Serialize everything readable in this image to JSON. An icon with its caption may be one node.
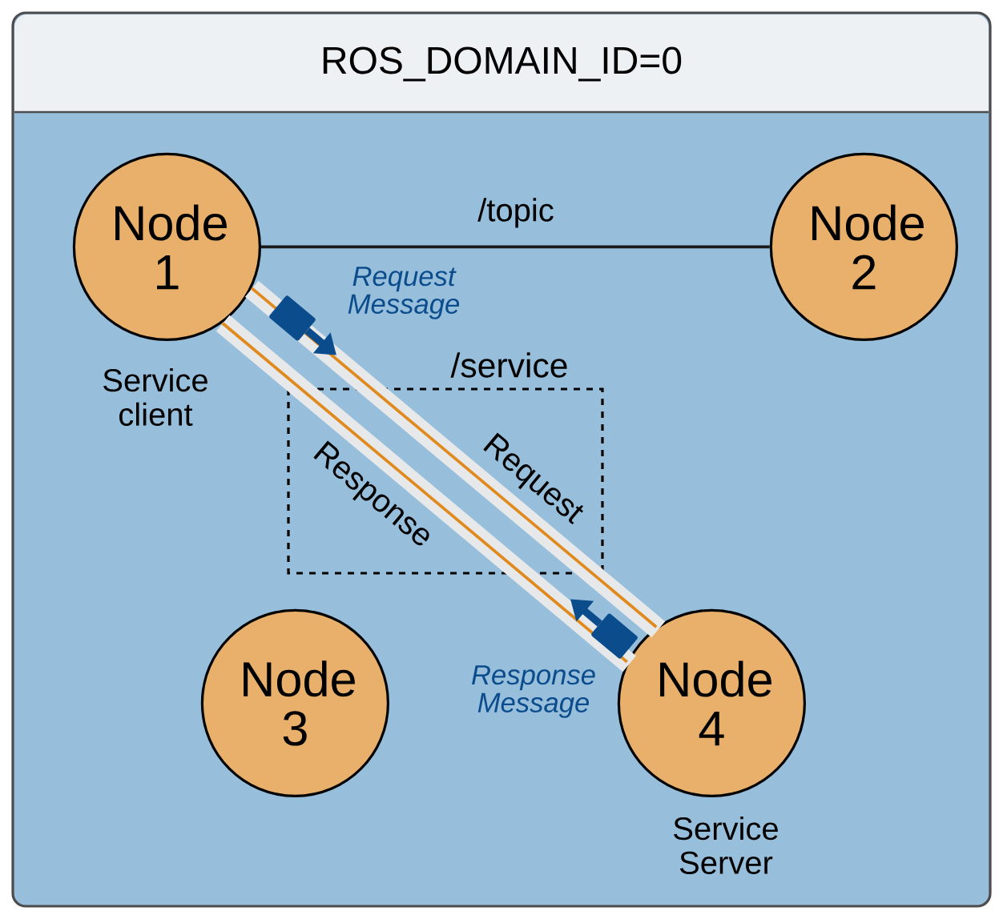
{
  "diagram": {
    "nodes": [
      {
        "text": [
          "ROS_DOMAIN_ID=0"
        ]
      },
      {
        "text": [
          "Node 1"
        ],
        "in": 0,
        "beside": [
          "Service client"
        ]
      },
      {
        "text": [
          "Node 2"
        ],
        "in": 0
      },
      {
        "text": [
          "Node 3"
        ],
        "in": 0
      },
      {
        "text": [
          "Node 4"
        ],
        "in": 0,
        "beside": [
          "Service Server"
        ]
      }
    ],
    "edges": [
      {
        "from": 1,
        "to": 2,
        "arrow": "none",
        "label": "/topic",
        "color": "#1a1a1a"
      },
      {
        "from": 1,
        "to": 4,
        "arrow": "none",
        "label": "Request",
        "color": "#e08a1e"
      },
      {
        "from": 4,
        "to": 1,
        "arrow": "none",
        "label": "Response",
        "color": "#e08a1e"
      }
    ],
    "labels": [
      "Request Message",
      "/service",
      "Response Message"
    ]
  }
}
